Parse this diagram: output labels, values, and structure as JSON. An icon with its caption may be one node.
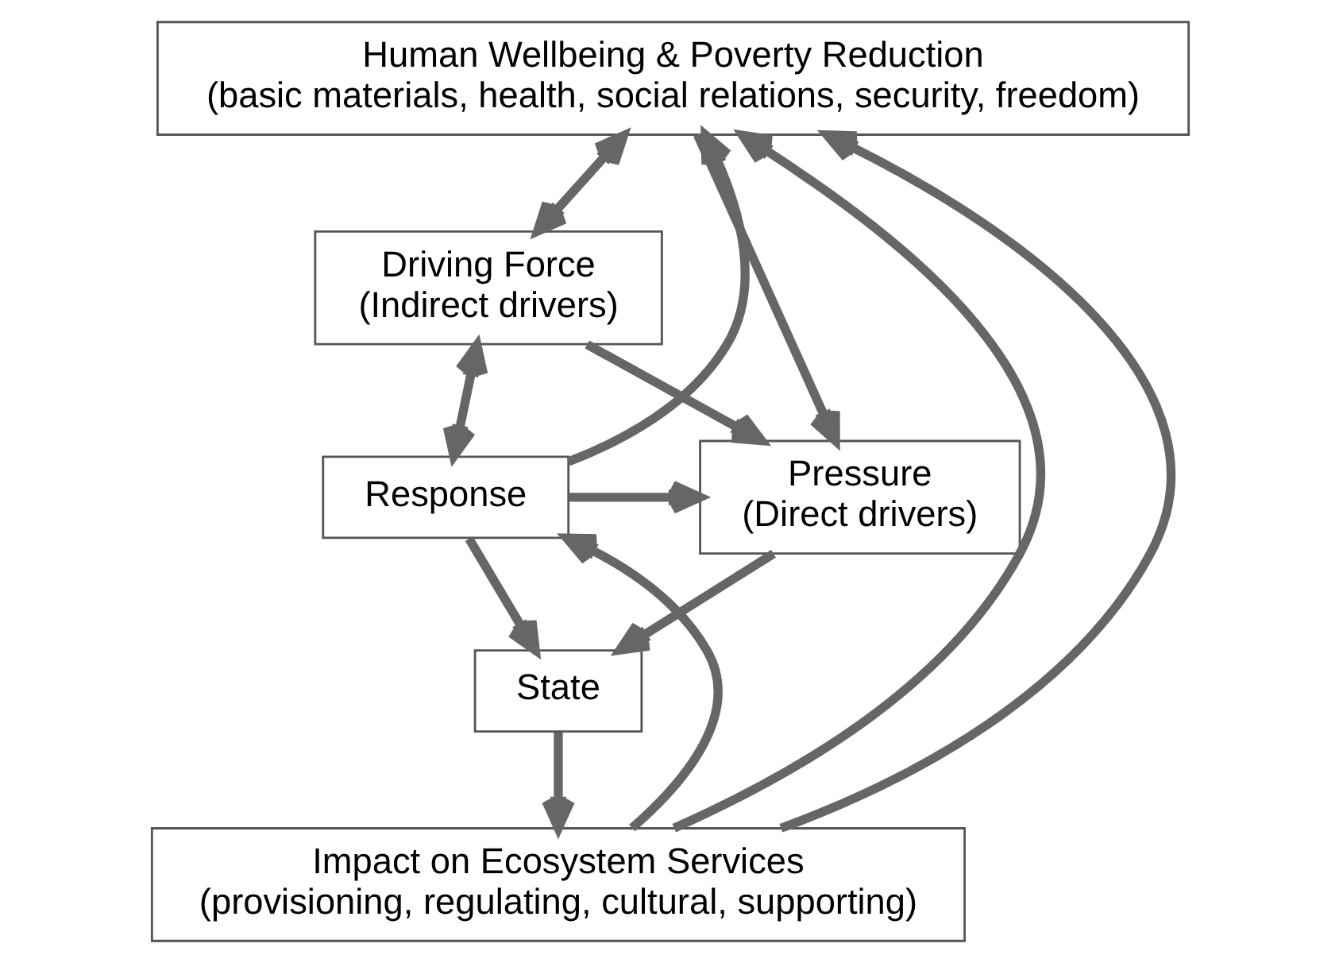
{
  "diagram": {
    "nodes": [
      {
        "text": [
          "Human Wellbeing & Poverty Reduction",
          "(basic materials, health, social relations, security, freedom)"
        ]
      },
      {
        "text": [
          "Driving Force",
          "(Indirect drivers)"
        ]
      },
      {
        "text": [
          "Response"
        ]
      },
      {
        "text": [
          "Pressure",
          "(Direct drivers)"
        ]
      },
      {
        "text": [
          "State"
        ]
      },
      {
        "text": [
          "Impact on Ecosystem Services",
          "(provisioning, regulating, cultural, supporting)"
        ]
      }
    ],
    "edges": [
      {
        "from": 0,
        "to": 1,
        "arrow": "both"
      },
      {
        "from": 1,
        "to": 2,
        "arrow": "both"
      },
      {
        "from": 1,
        "to": 3,
        "arrow": "to"
      },
      {
        "from": 0,
        "to": 3,
        "arrow": "to"
      },
      {
        "from": 2,
        "to": 3,
        "arrow": "to"
      },
      {
        "from": 2,
        "to": 0,
        "arrow": "to"
      },
      {
        "from": 5,
        "to": 0,
        "arrow": "to"
      },
      {
        "from": 5,
        "to": 2,
        "arrow": "to"
      },
      {
        "from": 5,
        "to": 0,
        "arrow": "to"
      },
      {
        "from": 2,
        "to": 4,
        "arrow": "to"
      },
      {
        "from": 3,
        "to": 4,
        "arrow": "to"
      },
      {
        "from": 4,
        "to": 5,
        "arrow": "to"
      }
    ]
  }
}
